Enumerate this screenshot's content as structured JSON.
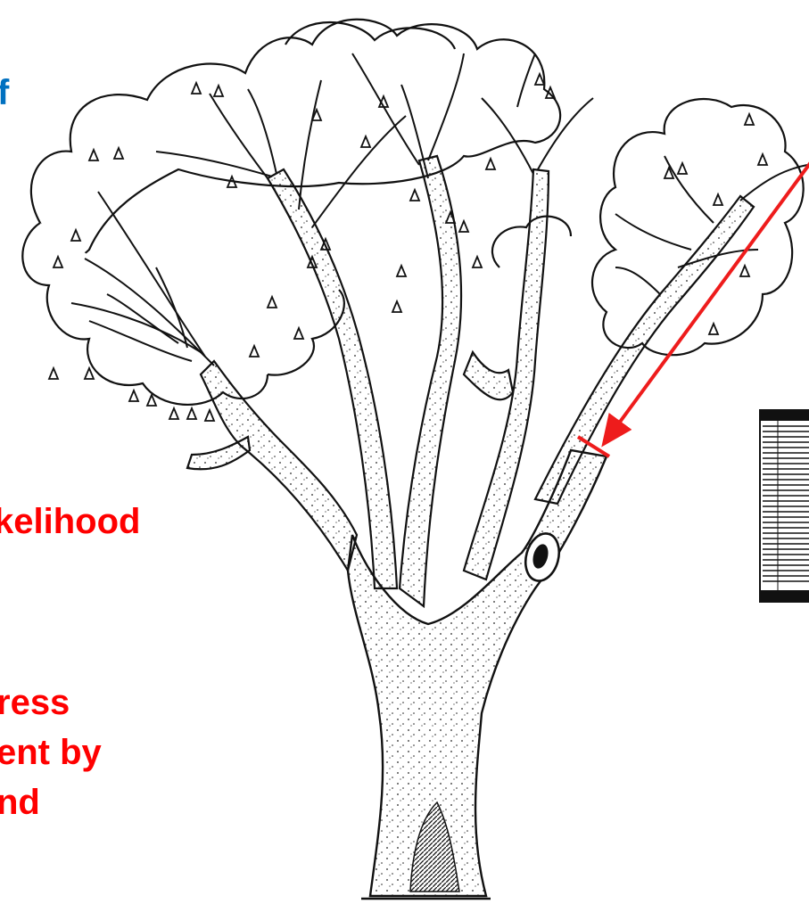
{
  "slide": {
    "top_fragment": "f",
    "red_fragments": [
      "kelihood",
      "ress",
      "ent by",
      "nd"
    ]
  },
  "colors": {
    "blue_text": "#0070c0",
    "red_text": "#ff0000",
    "arrow": "#ee1c1c",
    "ink": "#111111"
  },
  "icons": [
    "tree-illustration",
    "measurement-arrow",
    "ruler-scale-icon"
  ]
}
